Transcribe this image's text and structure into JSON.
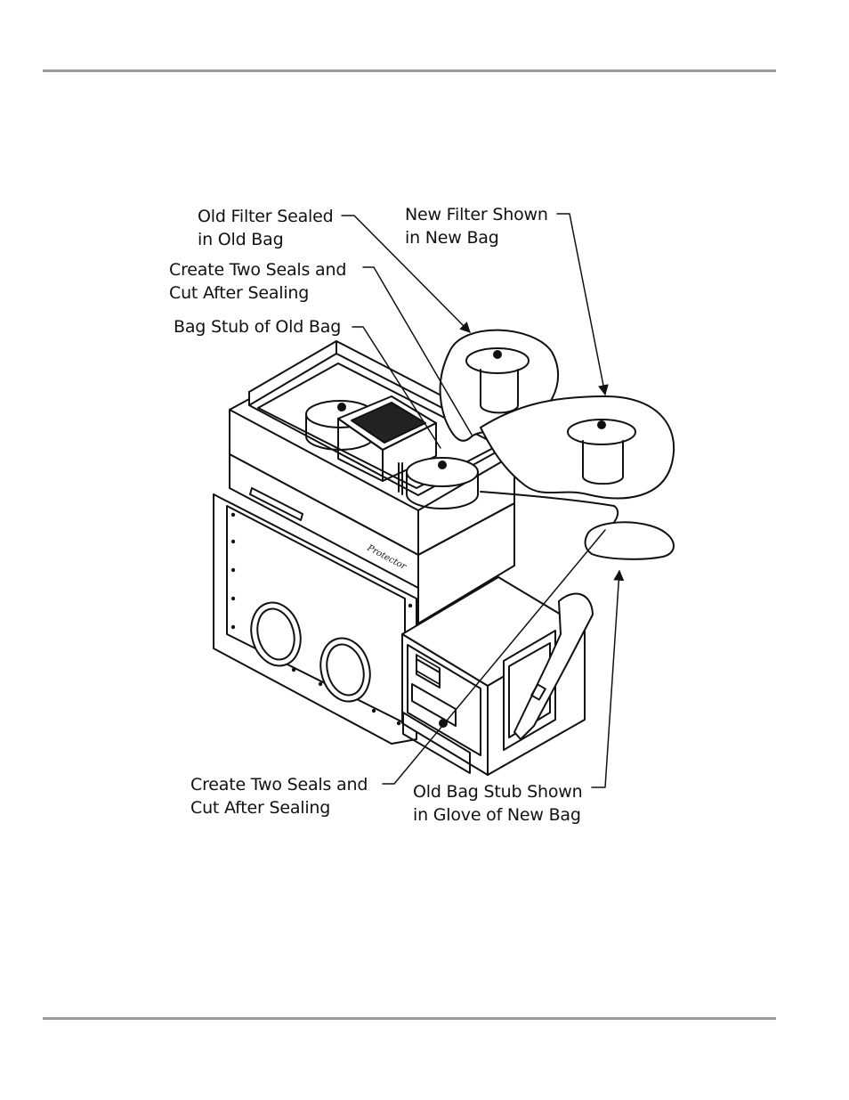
{
  "callouts": {
    "old_filter": {
      "line1": "Old Filter Sealed",
      "line2": "in Old Bag"
    },
    "new_filter": {
      "line1": "New Filter Shown",
      "line2": "in New Bag"
    },
    "two_seals_top": {
      "line1": "Create Two Seals and",
      "line2": "Cut After Sealing"
    },
    "bag_stub": {
      "line1": "Bag Stub of Old Bag"
    },
    "two_seals_bottom": {
      "line1": "Create Two Seals and",
      "line2": "Cut After Sealing"
    },
    "old_bag_stub": {
      "line1": "Old Bag Stub Shown",
      "line2": "in Glove of New Bag"
    }
  },
  "equipment": {
    "brand_script": "Protector"
  }
}
